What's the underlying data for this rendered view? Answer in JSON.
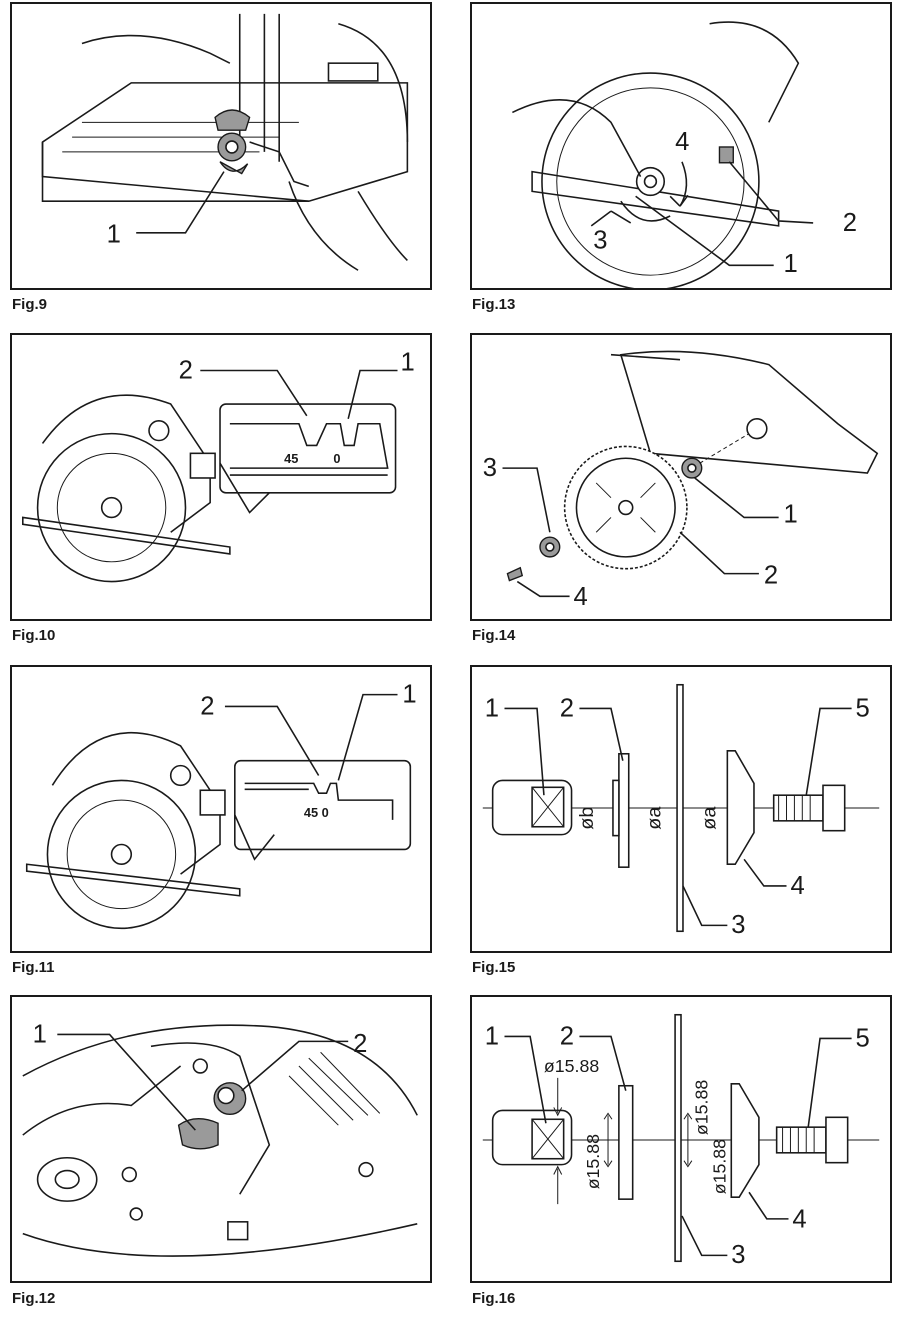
{
  "figures": {
    "fig9": {
      "caption": "Fig.9",
      "labels": [
        "1"
      ]
    },
    "fig13": {
      "caption": "Fig.13",
      "labels": [
        "4",
        "2",
        "3",
        "1"
      ]
    },
    "fig10": {
      "caption": "Fig.10",
      "labels": [
        "2",
        "1"
      ],
      "scale": [
        "45",
        "0"
      ]
    },
    "fig14": {
      "caption": "Fig.14",
      "labels": [
        "3",
        "1",
        "2",
        "4"
      ]
    },
    "fig11": {
      "caption": "Fig.11",
      "labels": [
        "2",
        "1"
      ],
      "scale": "45 0"
    },
    "fig15": {
      "caption": "Fig.15",
      "labels": [
        "1",
        "2",
        "5",
        "4",
        "3"
      ],
      "dims": [
        "øb",
        "øa",
        "øa"
      ]
    },
    "fig12": {
      "caption": "Fig.12",
      "labels": [
        "1",
        "2"
      ]
    },
    "fig16": {
      "caption": "Fig.16",
      "labels": [
        "1",
        "2",
        "5",
        "4",
        "3"
      ],
      "dims": [
        "ø15.88",
        "ø15.88",
        "ø15.88",
        "ø15.88"
      ]
    }
  }
}
